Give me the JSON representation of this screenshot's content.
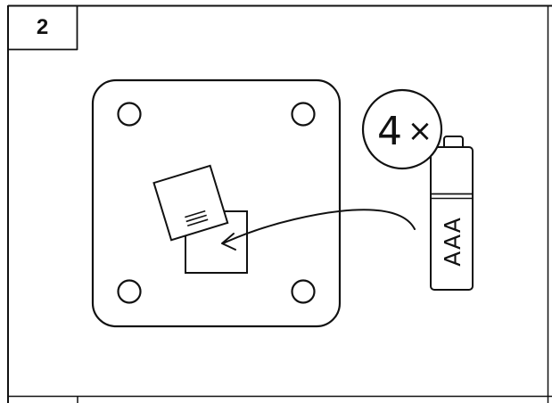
{
  "step": {
    "number": "2"
  },
  "battery": {
    "quantity": "4",
    "multiplier": "×",
    "type": "AAA"
  },
  "icons": {
    "step_frame": "frame-outline",
    "device": "square-base-with-four-holes",
    "cover": "battery-compartment-cover",
    "arrow": "insert-arrow",
    "battery": "aaa-battery"
  },
  "colors": {
    "line": "#111111",
    "background": "#ffffff"
  }
}
